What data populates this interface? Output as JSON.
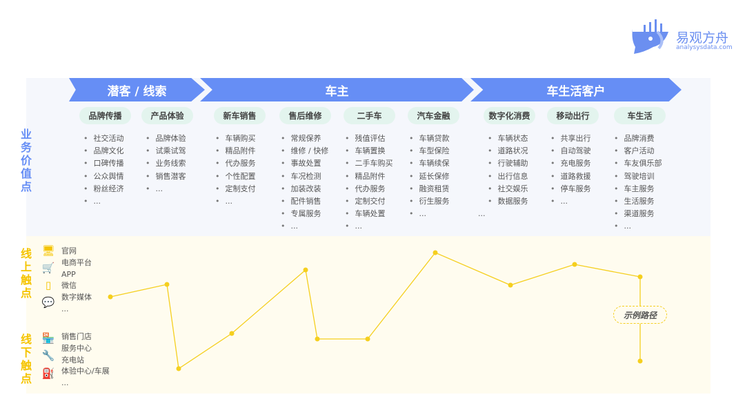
{
  "logo": {
    "name": "易观方舟",
    "url": "analysysdata.com"
  },
  "stages": [
    "潜客 / 线索",
    "车主",
    "车生活客户"
  ],
  "value_label": "业务价值点",
  "columns": [
    {
      "title": "品牌传播",
      "items": [
        "社交活动",
        "品牌文化",
        "口碑传播",
        "公众舆情",
        "粉丝经济",
        "..."
      ]
    },
    {
      "title": "产品体验",
      "items": [
        "品牌体验",
        "试乘试驾",
        "业务线索",
        "销售潜客",
        "..."
      ]
    },
    {
      "title": "新车销售",
      "items": [
        "车辆购买",
        "精品附件",
        "代办服务",
        "个性配置",
        "定制支付",
        "..."
      ]
    },
    {
      "title": "售后维修",
      "items": [
        "常规保养",
        "维修 / 快修",
        "事故处置",
        "车况检测",
        "加装改装",
        "配件销售",
        "专属服务",
        "..."
      ]
    },
    {
      "title": "二手车",
      "items": [
        "残值评估",
        "车辆置换",
        "二手车购买",
        "精品附件",
        "代办服务",
        "定制交付",
        "车辆处置",
        "..."
      ]
    },
    {
      "title": "汽车金融",
      "items": [
        "车辆贷款",
        "车型保险",
        "车辆续保",
        "延长保修",
        "融资租赁",
        "衍生服务",
        "..."
      ]
    },
    {
      "title": "数字化消费",
      "items": [
        "车辆状态",
        "道路状况",
        "行驶辅助",
        "出行信息",
        "社交娱乐",
        "数据服务"
      ],
      "tail": "..."
    },
    {
      "title": "移动出行",
      "items": [
        "共享出行",
        "自动驾驶",
        "充电服务",
        "道路救援",
        "停车服务",
        "..."
      ]
    },
    {
      "title": "车生活",
      "items": [
        "品牌消费",
        "客户活动",
        "车友俱乐部",
        "驾驶培训",
        "车主服务",
        "生活服务",
        "渠道服务",
        "..."
      ]
    }
  ],
  "online": {
    "label": "线上触点",
    "items": [
      "官网",
      "电商平台",
      "APP",
      "微信",
      "数字媒体",
      "..."
    ]
  },
  "offline": {
    "label": "线下触点",
    "items": [
      "销售门店",
      "服务中心",
      "充电站",
      "体验中心/车展",
      "..."
    ]
  },
  "path_label": "示例路径",
  "colors": {
    "accent": "#668ef5",
    "yellow": "#f5c400",
    "pill": "#e3f4ee"
  }
}
